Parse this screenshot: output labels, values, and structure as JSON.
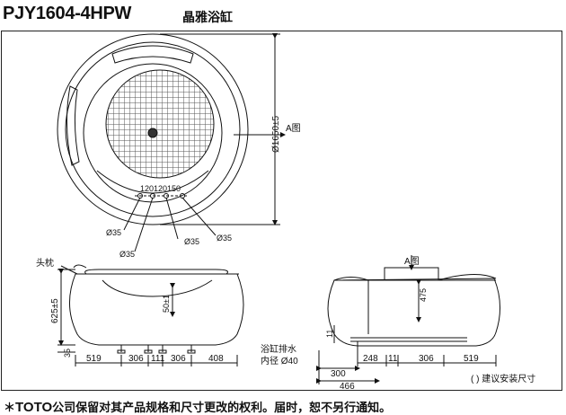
{
  "header": {
    "model": "PJY1604-4HPW",
    "name": "晶雅浴缸"
  },
  "top_view": {
    "diameter_label": "Ø1650±5",
    "view_marker": "A图",
    "spacing_label": "120120150",
    "holes": [
      "Ø35",
      "Ø35",
      "Ø35",
      "Ø35"
    ]
  },
  "front_view": {
    "headrest_label": "头枕",
    "height_label": "625±5",
    "inner_label": "50±1",
    "base_label": "35",
    "dims": [
      "519",
      "306",
      "111",
      "306",
      "408"
    ]
  },
  "side_view": {
    "view_marker": "A图",
    "depth_label": "475",
    "left_label": "11",
    "drain_label_1": "浴缸排水",
    "drain_label_2": "内径 Ø40",
    "dims": [
      "248",
      "11",
      "306",
      "519"
    ],
    "dim_300": "300",
    "dim_466": "466",
    "note": "( ) 建议安装尺寸"
  },
  "footer": {
    "star": "＊",
    "brand": "TOTO",
    "text": "公司保留对其产品规格和尺寸更改的权利。届时，恕不另行通知。"
  }
}
